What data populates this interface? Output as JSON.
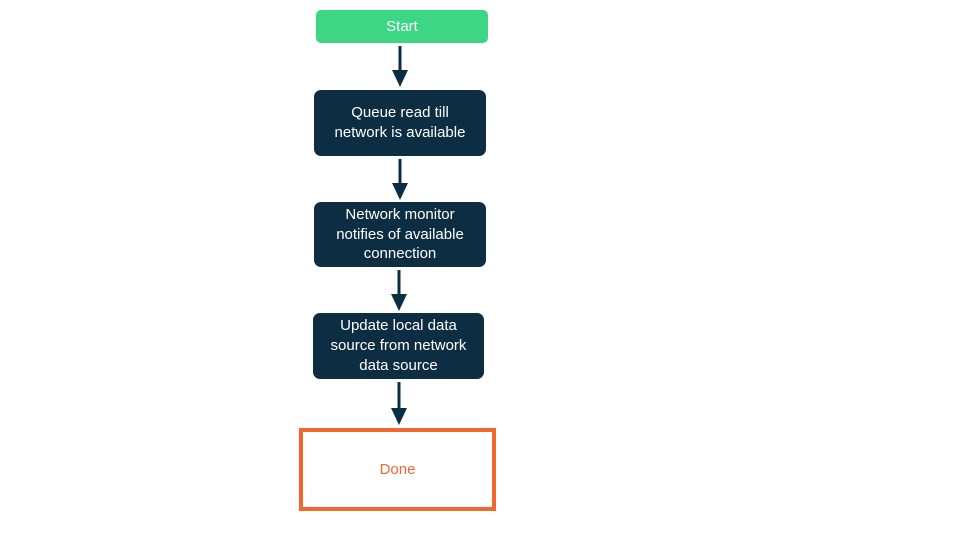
{
  "diagram": {
    "type": "flowchart",
    "orientation": "top-to-bottom",
    "background": "#ffffff",
    "colors": {
      "start_fill": "#3cd685",
      "process_fill": "#0d2d42",
      "process_text": "#ffffff",
      "done_border": "#f2672e",
      "done_text": "#f2672e",
      "done_fill": "#ffffff",
      "arrow": "#0d2d42"
    },
    "nodes": [
      {
        "id": "start",
        "label": "Start",
        "shape": "rounded-rect",
        "style": "start"
      },
      {
        "id": "queue",
        "label": "Queue read till\nnetwork is available",
        "shape": "rounded-rect",
        "style": "process"
      },
      {
        "id": "monitor",
        "label": "Network monitor\nnotifies of available\nconnection",
        "shape": "rounded-rect",
        "style": "process"
      },
      {
        "id": "update",
        "label": "Update local data\nsource from network\ndata source",
        "shape": "rounded-rect",
        "style": "process"
      },
      {
        "id": "done",
        "label": "Done",
        "shape": "rect",
        "style": "terminal"
      }
    ],
    "edges": [
      {
        "from": "start",
        "to": "queue",
        "arrow": "down"
      },
      {
        "from": "queue",
        "to": "monitor",
        "arrow": "down"
      },
      {
        "from": "monitor",
        "to": "update",
        "arrow": "down"
      },
      {
        "from": "update",
        "to": "done",
        "arrow": "down"
      }
    ]
  }
}
